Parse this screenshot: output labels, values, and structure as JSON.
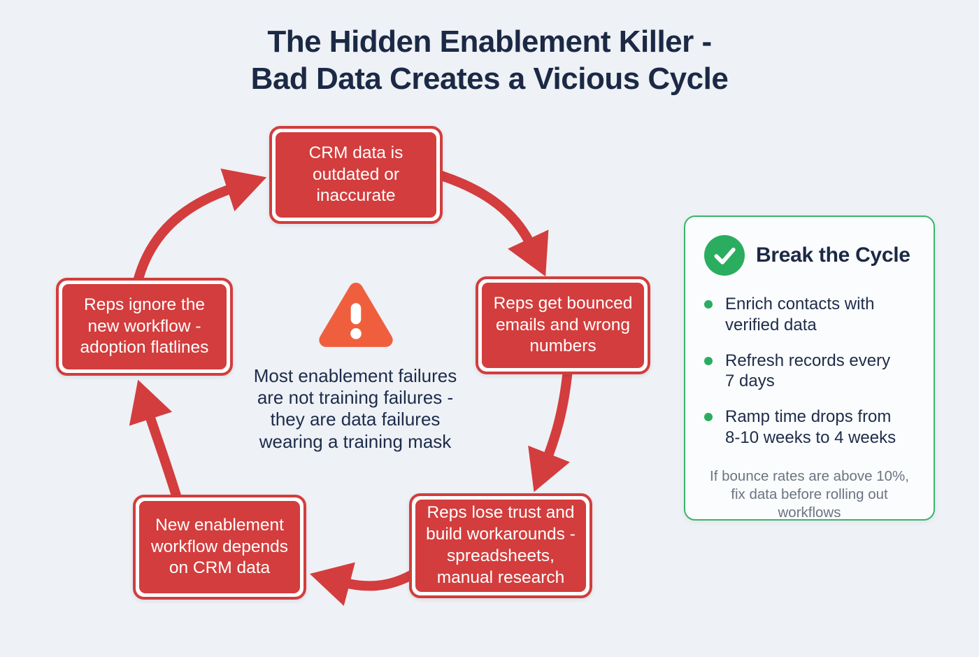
{
  "title": {
    "line1": "The Hidden Enablement Killer -",
    "line2": "Bad Data Creates a Vicious Cycle"
  },
  "cycle": {
    "boxes": [
      {
        "position": "top",
        "text": "CRM data is outdated or inaccurate"
      },
      {
        "position": "right",
        "text": "Reps get bounced emails and wrong numbers"
      },
      {
        "position": "bottom-right",
        "text": "Reps lose trust and build workarounds - spreadsheets, manual research"
      },
      {
        "position": "bottom-left",
        "text": "New enablement workflow depends on CRM data"
      },
      {
        "position": "left",
        "text": "Reps ignore the new workflow - adoption flatlines"
      }
    ],
    "center_icon": "warning-triangle",
    "center_note": "Most enablement failures are not training failures - they are data failures wearing a training mask",
    "direction": "clockwise"
  },
  "panel": {
    "icon": "check-circle",
    "title": "Break the Cycle",
    "bullets": [
      "Enrich contacts with verified data",
      "Refresh records every 7 days",
      "Ramp time drops from 8-10 weeks to 4 weeks"
    ],
    "footnote": "If bounce rates are above 10%, fix data before rolling out workflows"
  },
  "colors": {
    "red": "#d33d3d",
    "navy": "#1b2945",
    "green": "#2bad60",
    "panel_border": "#39b56c",
    "warning_orange": "#ef5f3e",
    "footnote_gray": "#6b7482",
    "background": "#eef1f5"
  }
}
